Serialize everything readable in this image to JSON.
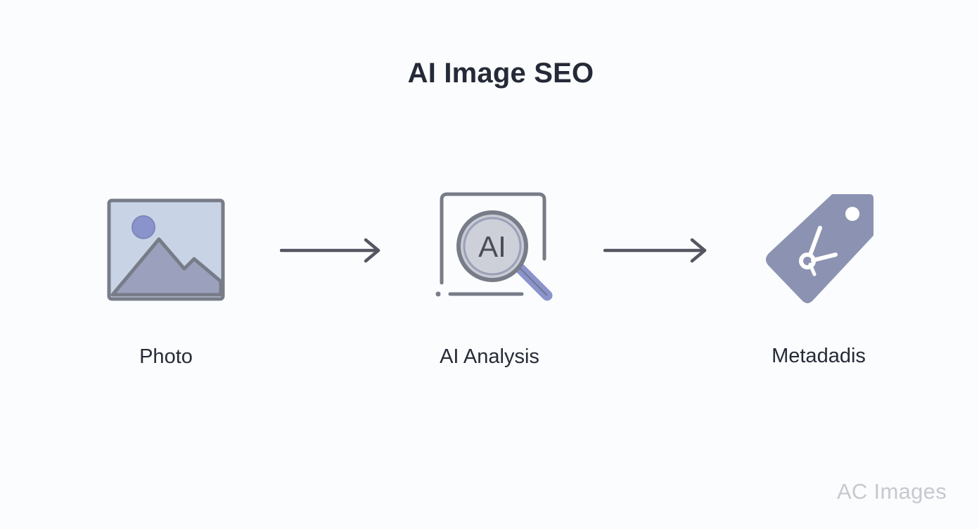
{
  "diagram": {
    "title": "AI Image SEO",
    "steps": [
      {
        "label": "Photo",
        "icon": "image-icon"
      },
      {
        "label": "AI Analysis",
        "icon": "ai-search-icon",
        "icon_text": "AI"
      },
      {
        "label": "Metadadis",
        "icon": "tag-icon"
      }
    ],
    "arrows": 2
  },
  "watermark": "AC Images",
  "colors": {
    "background": "#fbfcfd",
    "text": "#262b38",
    "icon_stroke": "#777c88",
    "icon_fill": "#8c93b2",
    "photo_fill": "#c8d4e6",
    "mountain_fill": "#9ba0bd",
    "sun_fill": "#8a93cc",
    "arrow": "#545761",
    "watermark": "#c6c9cf"
  }
}
